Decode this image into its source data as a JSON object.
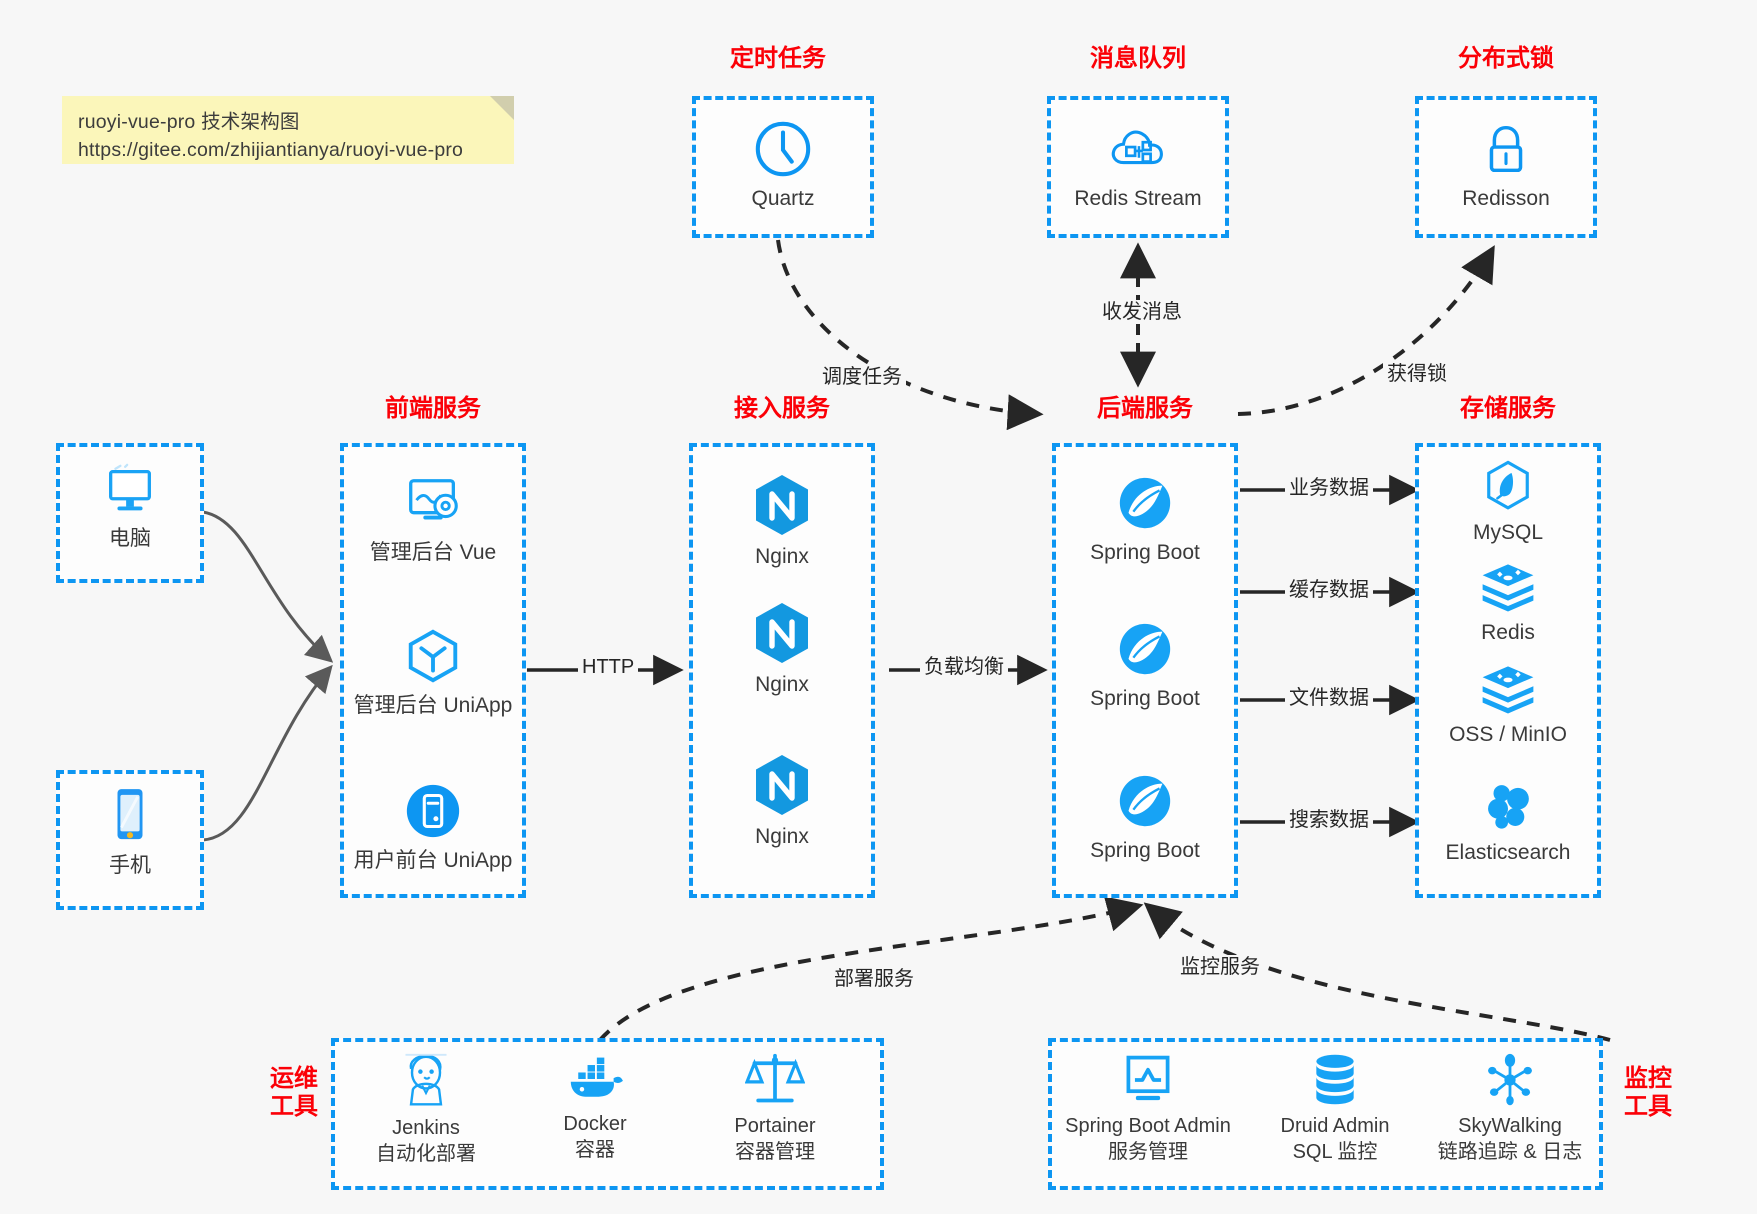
{
  "note": {
    "line1": "ruoyi-vue-pro 技术架构图",
    "line2": "https://gitee.com/zhijiantianya/ruoyi-vue-pro"
  },
  "groups": {
    "scheduler": {
      "title": "定时任务"
    },
    "mq": {
      "title": "消息队列"
    },
    "lock": {
      "title": "分布式锁"
    },
    "frontend": {
      "title": "前端服务"
    },
    "gateway": {
      "title": "接入服务"
    },
    "backend": {
      "title": "后端服务"
    },
    "storage": {
      "title": "存储服务"
    },
    "devops": {
      "title": "运维\n工具",
      "title_l1": "运维",
      "title_l2": "工具"
    },
    "monitor": {
      "title": "监控\n工具",
      "title_l1": "监控",
      "title_l2": "工具"
    }
  },
  "nodes": {
    "quartz": {
      "label": "Quartz",
      "icon": "clock-icon"
    },
    "redis_stream": {
      "label": "Redis Stream",
      "icon": "cloud-node-icon"
    },
    "redisson": {
      "label": "Redisson",
      "icon": "lock-icon"
    },
    "pc": {
      "label": "电脑",
      "icon": "desktop-icon"
    },
    "phone": {
      "label": "手机",
      "icon": "mobile-icon"
    },
    "admin_vue": {
      "label": "管理后台 Vue",
      "icon": "monitor-gear-icon"
    },
    "admin_uniapp": {
      "label": "管理后台 UniApp",
      "icon": "cube-icon"
    },
    "user_uniapp": {
      "label": "用户前台 UniApp",
      "icon": "app-circle-icon"
    },
    "nginx1": {
      "label": "Nginx",
      "icon": "nginx-icon"
    },
    "nginx2": {
      "label": "Nginx",
      "icon": "nginx-icon"
    },
    "nginx3": {
      "label": "Nginx",
      "icon": "nginx-icon"
    },
    "boot1": {
      "label": "Spring Boot",
      "icon": "spring-icon"
    },
    "boot2": {
      "label": "Spring Boot",
      "icon": "spring-icon"
    },
    "boot3": {
      "label": "Spring Boot",
      "icon": "spring-icon"
    },
    "mysql": {
      "label": "MySQL",
      "icon": "mysql-icon"
    },
    "redis": {
      "label": "Redis",
      "icon": "redis-icon"
    },
    "oss": {
      "label": "OSS / MinIO",
      "icon": "redis-icon"
    },
    "es": {
      "label": "Elasticsearch",
      "icon": "elasticsearch-icon"
    },
    "jenkins": {
      "label": "Jenkins",
      "sub": "自动化部署",
      "icon": "jenkins-icon"
    },
    "docker": {
      "label": "Docker",
      "sub": "容器",
      "icon": "docker-icon"
    },
    "portainer": {
      "label": "Portainer",
      "sub": "容器管理",
      "icon": "scales-icon"
    },
    "sba": {
      "label": "Spring Boot Admin",
      "sub": "服务管理",
      "icon": "chart-monitor-icon"
    },
    "druid": {
      "label": "Druid Admin",
      "sub": "SQL 监控",
      "icon": "database-icon"
    },
    "skywalking": {
      "label": "SkyWalking",
      "sub": "链路追踪 & 日志",
      "icon": "skywalking-icon"
    }
  },
  "edges": {
    "http": "HTTP",
    "lb": "负载均衡",
    "biz_data": "业务数据",
    "cache_data": "缓存数据",
    "file_data": "文件数据",
    "search_data": "搜索数据",
    "schedule": "调度任务",
    "mq_msg": "收发消息",
    "get_lock": "获得锁",
    "deploy": "部署服务",
    "monitoring": "监控服务"
  },
  "colors": {
    "accent_blue": "#0d96f2",
    "title_red": "#fb0007",
    "note_yellow": "#fbf6ba",
    "edge_dark": "#262626",
    "background": "#f7f7f7"
  }
}
